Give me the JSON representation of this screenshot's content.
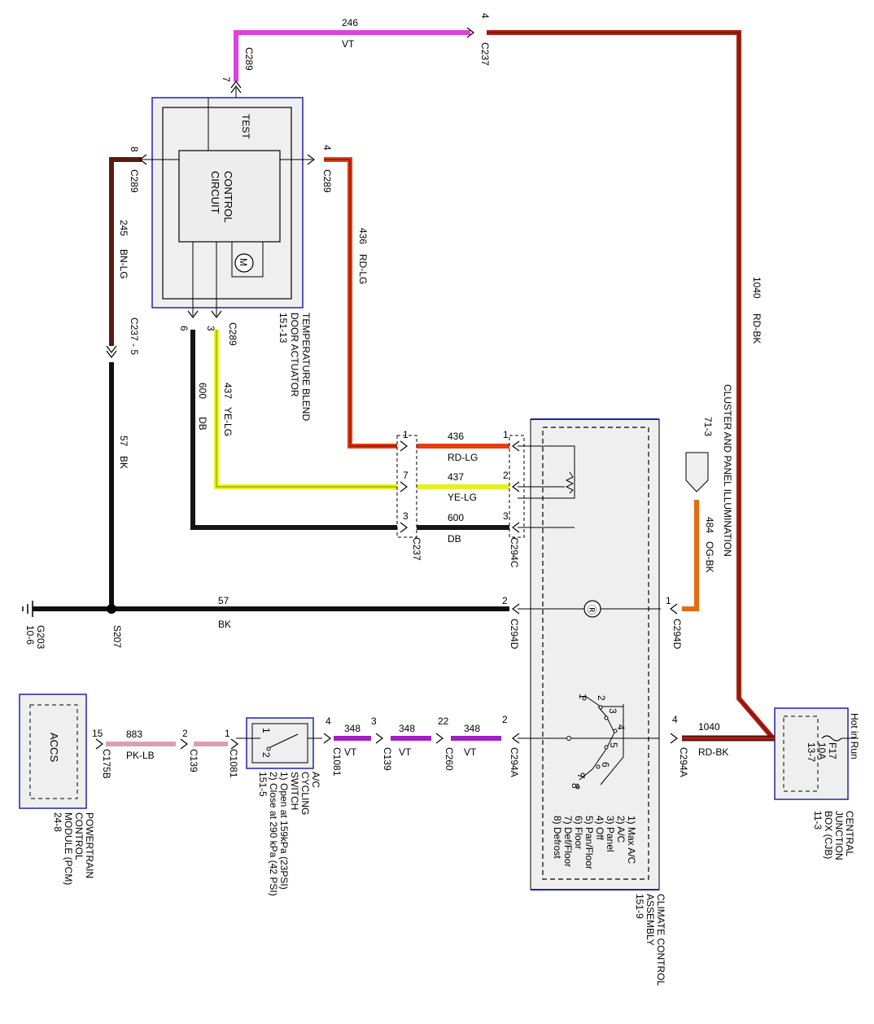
{
  "wires": {
    "w246": {
      "num": "246",
      "color": "VT",
      "hex": "#e040e0"
    },
    "w1040": {
      "num": "1040",
      "color": "RD-BK",
      "hex": "#b02010"
    },
    "w245": {
      "num": "245",
      "color": "BN-LG",
      "hex": "#5a1a10"
    },
    "w436": {
      "num": "436",
      "color": "RD-LG",
      "hex": "#e04010"
    },
    "w437": {
      "num": "437",
      "color": "YE-LG",
      "hex": "#e8f020"
    },
    "w600": {
      "num": "600",
      "color": "DB",
      "hex": "#151515"
    },
    "w57": {
      "num": "57",
      "color": "BK",
      "hex": "#101010"
    },
    "w484": {
      "num": "484",
      "color": "OG-BK",
      "hex": "#e86a10"
    },
    "w883": {
      "num": "883",
      "color": "PK-LB",
      "hex": "#d8a0b0"
    },
    "w348": {
      "num": "348",
      "color": "VT",
      "hex": "#a020c0"
    }
  },
  "connectors": {
    "c289_7": {
      "name": "C289",
      "pin": "7"
    },
    "c237_4": {
      "name": "C237",
      "pin": "4"
    },
    "c289_8": {
      "name": "C289",
      "pin": "8"
    },
    "c289_4": {
      "name": "C289",
      "pin": "4"
    },
    "c237_5": {
      "name": "C237 - 5"
    },
    "c289_6": {
      "pin": "6"
    },
    "c289_3": {
      "name": "C289",
      "pin": "3"
    },
    "c237_1": {
      "pin": "1"
    },
    "c237_7": {
      "pin": "7"
    },
    "c237_3": {
      "pin": "3"
    },
    "c237_label": {
      "name": "C237"
    },
    "c294c_1": {
      "pin": "1"
    },
    "c294c_2": {
      "pin": "2"
    },
    "c294c_3": {
      "pin": "3"
    },
    "c294c_label": {
      "name": "C294C"
    },
    "c294d_2": {
      "name": "C294D",
      "pin": "2"
    },
    "c294d_1": {
      "name": "C294D",
      "pin": "1"
    },
    "c294a_2": {
      "name": "C294A",
      "pin": "2"
    },
    "c294a_4": {
      "name": "C294A",
      "pin": "4"
    },
    "c175b": {
      "name": "C175B",
      "pin": "15"
    },
    "c139_2": {
      "name": "C139",
      "pin": "2"
    },
    "c1081_1": {
      "name": "C1081",
      "pin": "1"
    },
    "c1081_4": {
      "name": "C1081",
      "pin": "4"
    },
    "c139_3": {
      "name": "C139",
      "pin": "3"
    },
    "c260_22": {
      "name": "C260",
      "pin": "22"
    }
  },
  "splice": {
    "name": "S207"
  },
  "ground": {
    "name": "G203",
    "ref": "10-6"
  },
  "temp_actuator": {
    "control_label1": "CONTROL",
    "control_label2": "CIRCUIT",
    "test_label": "TEST",
    "motor_label": "M",
    "name1": "TEMPERATURE BLEND",
    "name2": "DOOR ACTUATOR",
    "ref": "151-13"
  },
  "cluster_illum": {
    "name": "CLUSTER AND PANEL ILLUMINATION",
    "ref": "71-3"
  },
  "climate_control": {
    "name": "CLIMATE CONTROL",
    "name2": "ASSEMBLY",
    "ref": "151-9",
    "lamp_label": "Ⓡ",
    "modes": [
      "1) Max A/C",
      "2) A/C",
      "3) Panel",
      "4) Off",
      "5) Pan/Floor",
      "6) Floor",
      "7) Def/Floor",
      "8) Defrost"
    ],
    "switch_pins": [
      "1",
      "2",
      "3",
      "4",
      "5",
      "6",
      "7",
      "8"
    ]
  },
  "cjb": {
    "fuse": "F17",
    "amps": "10A",
    "ref_inner": "13-7",
    "hot_label": "Hot in Run",
    "name1": "CENTRAL",
    "name2": "JUNCTION",
    "name3": "BOX (CJB)",
    "ref": "11-3"
  },
  "ac_switch": {
    "pin1": "1",
    "pin2": "2",
    "name1": "A/C",
    "name2": "CYCLING",
    "name3": "SWITCH",
    "note1": "1) Open at 159kPa (23PSI)",
    "note2": "2) Close at 290 kPa (42 PSI)",
    "ref": "151-5"
  },
  "pcm": {
    "label": "ACCS",
    "name1": "POWERTRAIN",
    "name2": "CONTROL",
    "name3": "MODULE (PCM)",
    "ref": "24-8"
  }
}
